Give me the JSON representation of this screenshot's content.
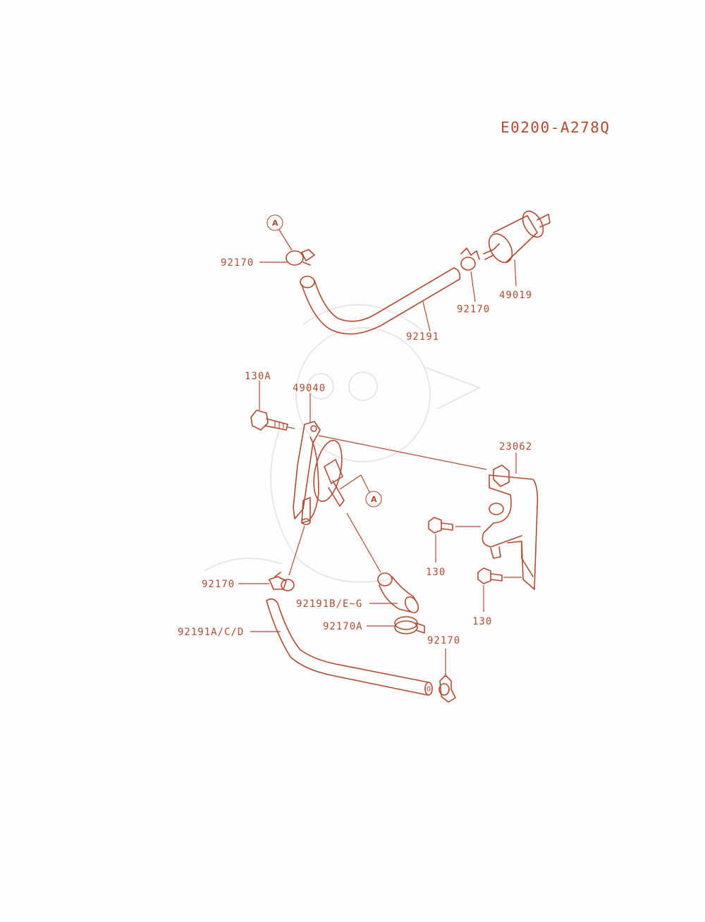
{
  "diagram_code": "E0200-A278Q",
  "ref_marks": {
    "upper": "A",
    "lower": "A"
  },
  "labels": {
    "clamp_top": "92170",
    "clamp_filter": "92170",
    "hose_top": "92191",
    "fuel_filter": "49019",
    "bolt_130a": "130A",
    "fuel_pump": "49040",
    "bracket": "23062",
    "bolt_130_upper": "130",
    "bolt_130_lower": "130",
    "clamp_left": "92170",
    "hose_short": "92191B/E~G",
    "clamp_a": "92170A",
    "clamp_right": "92170",
    "hose_long": "92191A/C/D"
  },
  "colors": {
    "line": "#b04a30",
    "watermark": "#ece6e3"
  }
}
